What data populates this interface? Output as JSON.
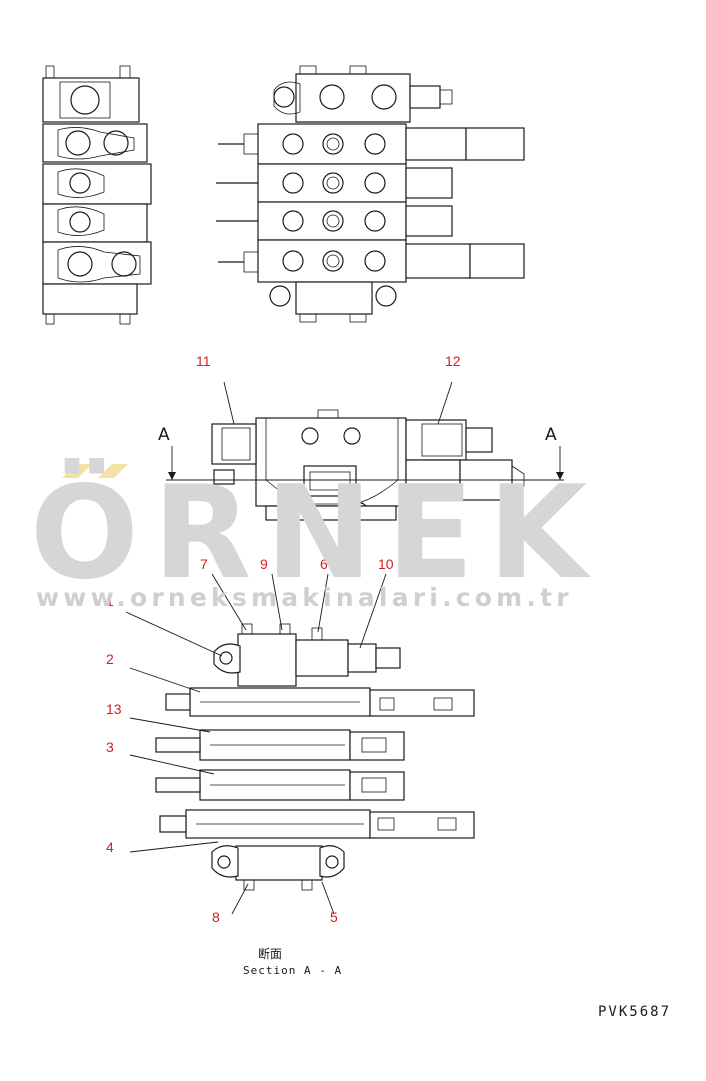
{
  "watermark": {
    "title": "ÖRNEK",
    "url": "www.orneksmakinalari.com.tr",
    "accent_color": "#f2e2a6"
  },
  "section_marker": {
    "left": "A",
    "right": "A"
  },
  "callouts": {
    "c1": "1",
    "c2": "2",
    "c3": "3",
    "c4": "4",
    "c5": "5",
    "c6": "6",
    "c7": "7",
    "c8": "8",
    "c9": "9",
    "c10": "10",
    "c11": "11",
    "c12": "12",
    "c13": "13"
  },
  "caption": {
    "japanese": "断面",
    "english": "Section A - A"
  },
  "drawing_code": "PVK5687",
  "colors": {
    "line": "#1a1a1a",
    "callout": "#cc2222",
    "watermark": "#d6d6d6"
  }
}
